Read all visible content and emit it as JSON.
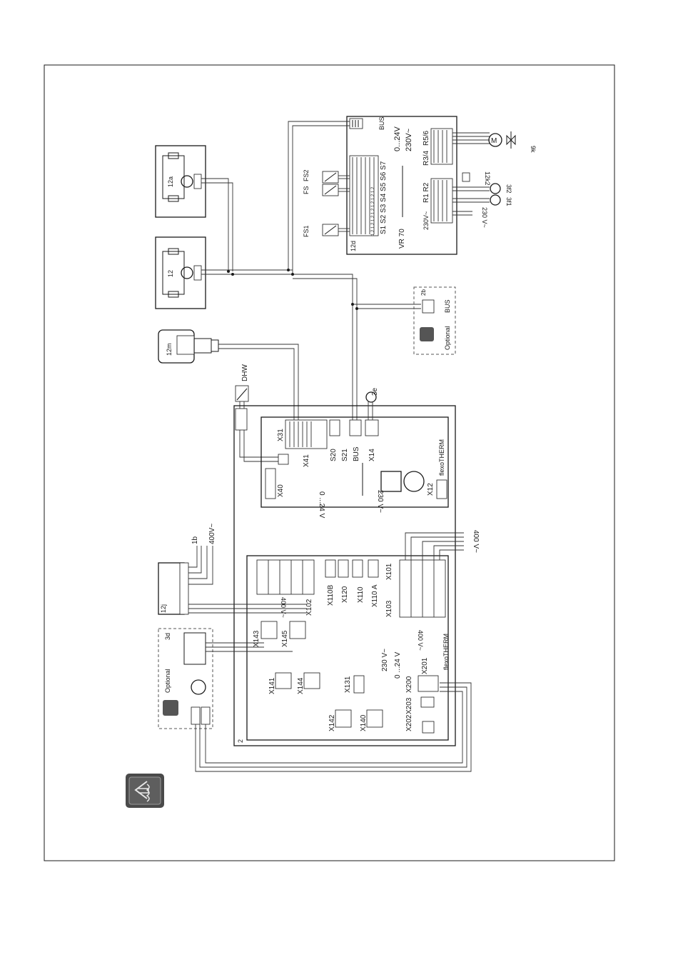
{
  "vr70": {
    "name": "VR 70",
    "sensor_terminals": "S1 S2 S3 S4 S5 S6 S7",
    "sensor_pins": "1 2  1 2  1 2  1 2  1 2  1 2  1 2",
    "relay_terminals": "R1  R2",
    "relay_r34": "R3/4",
    "relay_r56": "R5/6",
    "v230": "230V~",
    "v230b": "230V~",
    "v24": "0...24V",
    "bus": "BUS",
    "tag": "12d"
  },
  "sensors": {
    "fs1": "FS1",
    "fs": "FS",
    "fs2": "FS2"
  },
  "outputs": {
    "o9k": "9k",
    "o3f2": "3f2",
    "o3f1": "3f1",
    "o12k2": "12k2",
    "o230": "230 V~"
  },
  "controllers": {
    "c12a": "12a",
    "c12": "12",
    "c12m": "12m"
  },
  "module2b": {
    "tag": "2b",
    "bus": "BUS",
    "optional": "Optional"
  },
  "upper_board": {
    "x31": "X31",
    "x41": "X41",
    "x40": "X40",
    "x12": "X12",
    "x14": "X14",
    "s20": "S20",
    "s21": "S21",
    "bus": "BUS",
    "v24": "0 ...24 V",
    "v230": "230 V~",
    "brand": "flexoTHERM",
    "pump_tag": "3e",
    "dhw": "DHW"
  },
  "lower_board": {
    "x101": "X101",
    "x102": "X102",
    "x103": "X103",
    "x110a": "X110 A",
    "x110b": "X110B",
    "x110": "X110",
    "x120": "X120",
    "x131": "X131",
    "x140": "X140",
    "x141": "X141",
    "x142": "X142",
    "x143": "X143",
    "x144": "X144",
    "x145": "X145",
    "x200": "X200",
    "x201": "X201",
    "x202": "X202",
    "x203": "X203",
    "v230": "230 V~",
    "v24": "0 ...24 V",
    "v400a": "400 V~",
    "v400b": "400 V~",
    "brand": "flexoTHERM",
    "tag": "2"
  },
  "mains": {
    "tag1b": "1b",
    "v400": "400V~",
    "v400r": "400 V~",
    "tag12j": "12j"
  },
  "module3d": {
    "tag": "3d",
    "optional": "Optional"
  }
}
